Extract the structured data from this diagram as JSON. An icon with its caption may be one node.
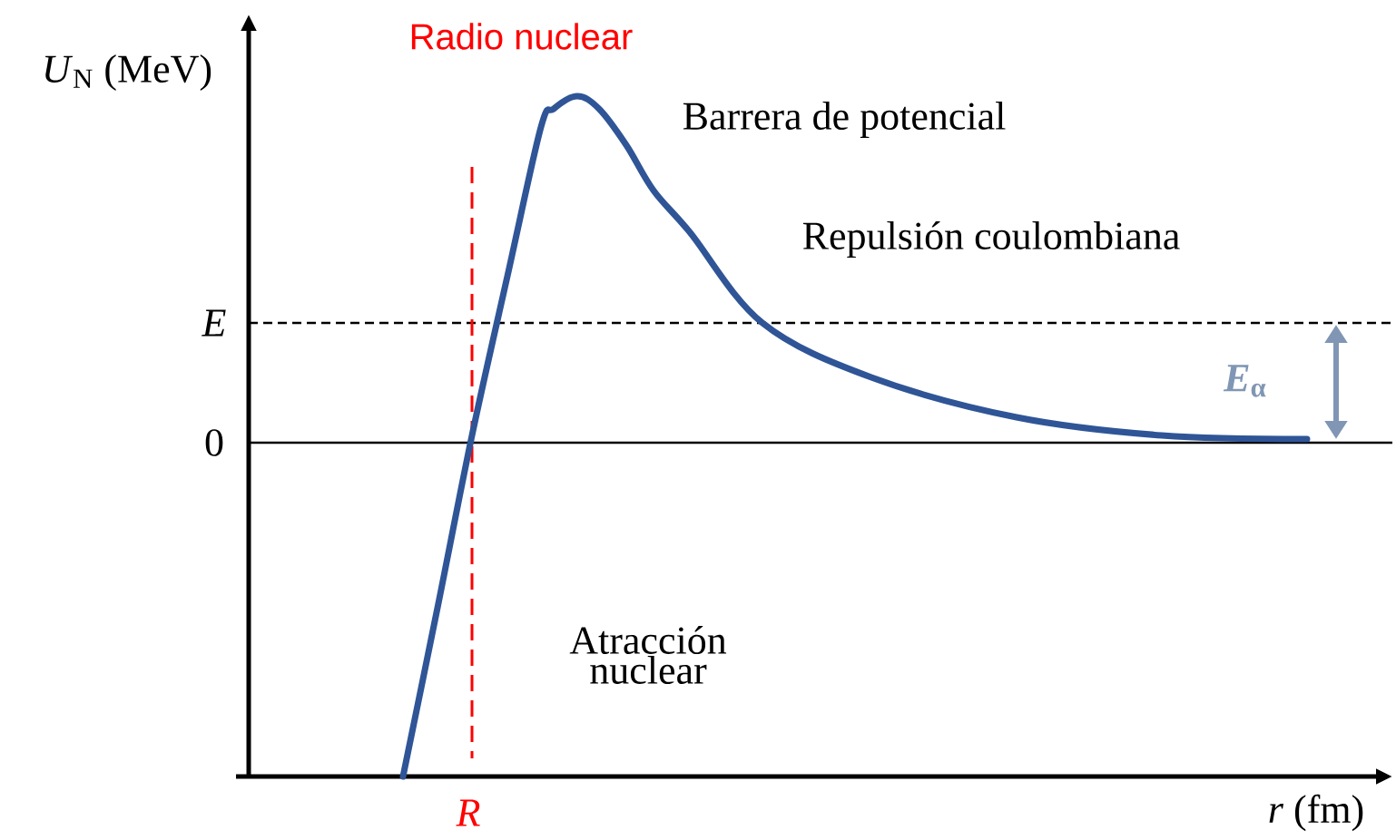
{
  "diagram": {
    "labels": [
      "*U*$_{N}$ (MeV)",
      "Radio nuclear",
      "Barrera de potencial",
      "Repulsión coulombiana",
      "*E*",
      "0",
      "*E*$_{α}$",
      "Atracción nuclear",
      "*R*",
      "*r* (fm)"
    ]
  }
}
